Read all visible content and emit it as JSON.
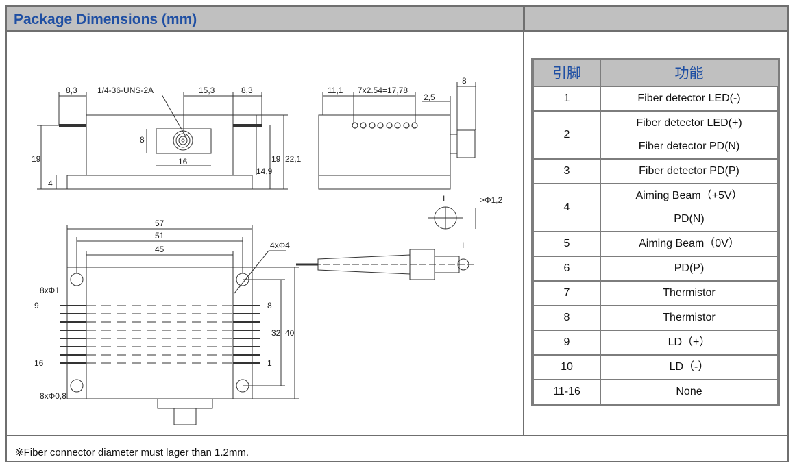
{
  "header": {
    "title": "Package Dimensions (mm)"
  },
  "footer": {
    "note": "※Fiber connector diameter must lager than 1.2mm."
  },
  "pin_table": {
    "columns": [
      "引脚",
      "功能"
    ],
    "rows": [
      {
        "pin": "1",
        "functions": [
          "Fiber detector LED(-)"
        ]
      },
      {
        "pin": "2",
        "functions": [
          "Fiber detector LED(+)",
          "Fiber detector PD(N)"
        ]
      },
      {
        "pin": "3",
        "functions": [
          "Fiber detector PD(P)"
        ]
      },
      {
        "pin": "4",
        "functions": [
          "Aiming Beam（+5V）",
          "PD(N)"
        ]
      },
      {
        "pin": "5",
        "functions": [
          "Aiming Beam（0V）"
        ]
      },
      {
        "pin": "6",
        "functions": [
          "PD(P)"
        ]
      },
      {
        "pin": "7",
        "functions": [
          "Thermistor"
        ]
      },
      {
        "pin": "8",
        "functions": [
          "Thermistor"
        ]
      },
      {
        "pin": "9",
        "functions": [
          "LD（+）"
        ]
      },
      {
        "pin": "10",
        "functions": [
          "LD（-）"
        ]
      },
      {
        "pin": "11-16",
        "functions": [
          "None"
        ]
      }
    ]
  },
  "drawing": {
    "top_view": {
      "dim_8_3_left": "8,3",
      "thread_label": "1/4-36-UNS-2A",
      "dim_15_3": "15,3",
      "dim_8_3_right": "8,3",
      "dim_8": "8",
      "dim_16": "16",
      "dim_19": "19",
      "dim_4": "4",
      "dim_14_9": "14,9",
      "dim_19_right": "19",
      "dim_22_1": "22,1"
    },
    "side_view": {
      "dim_11_1": "11,1",
      "dim_pitch": "7x2.54=17,78",
      "dim_2_5": "2,5",
      "dim_8": "8"
    },
    "detail": {
      "label_I": "I",
      "dim_phi": ">Φ1,2",
      "label_I_fiber": "I"
    },
    "plan_view": {
      "dim_57": "57",
      "dim_51": "51",
      "dim_45": "45",
      "hole_label": "4xΦ4",
      "pin_dia_top": "8xΦ1",
      "pin_dia_bottom": "8xΦ0,8",
      "pin_9": "9",
      "pin_16": "16",
      "pin_8": "8",
      "pin_1": "1",
      "dim_32": "32",
      "dim_40": "40"
    }
  }
}
